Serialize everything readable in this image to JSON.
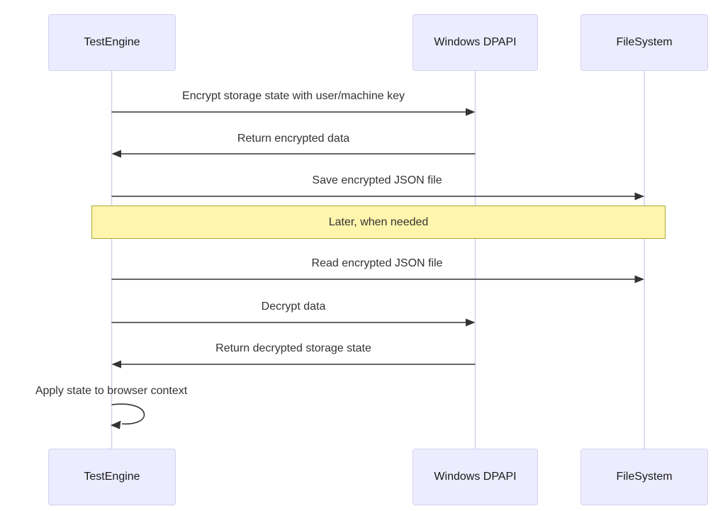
{
  "diagram": {
    "type": "sequence-diagram",
    "participants": [
      {
        "name": "TestEngine"
      },
      {
        "name": "Windows DPAPI"
      },
      {
        "name": "FileSystem"
      }
    ],
    "messages": [
      {
        "from": "TestEngine",
        "to": "Windows DPAPI",
        "direction": "right",
        "label": "Encrypt storage state with user/machine key"
      },
      {
        "from": "Windows DPAPI",
        "to": "TestEngine",
        "direction": "left",
        "label": "Return encrypted data"
      },
      {
        "from": "TestEngine",
        "to": "FileSystem",
        "direction": "right",
        "label": "Save encrypted JSON file"
      },
      {
        "from": "TestEngine",
        "to": "FileSystem",
        "direction": "right",
        "label": "Read encrypted JSON file"
      },
      {
        "from": "TestEngine",
        "to": "Windows DPAPI",
        "direction": "right",
        "label": "Decrypt data"
      },
      {
        "from": "Windows DPAPI",
        "to": "TestEngine",
        "direction": "left",
        "label": "Return decrypted storage state"
      },
      {
        "from": "TestEngine",
        "to": "TestEngine",
        "direction": "self",
        "label": "Apply state to browser context"
      }
    ],
    "note": {
      "text": "Later, when needed",
      "over": [
        "TestEngine",
        "FileSystem"
      ]
    },
    "colors": {
      "actor_fill": "#ECECFF",
      "actor_border": "#D8CEEF",
      "lifeline": "#D6D0E8",
      "note_fill": "#FFF5AD",
      "note_border": "#AAAA33",
      "arrow": "#333333",
      "text": "#333333"
    }
  }
}
